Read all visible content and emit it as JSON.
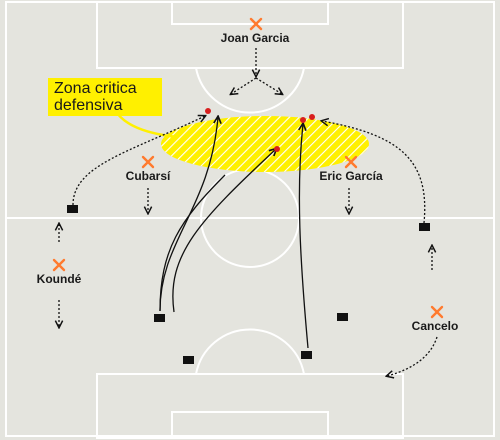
{
  "players": {
    "goalkeeper": "Joan Garcia",
    "center_back_left": "Cubarsí",
    "center_back_right": "Eric García",
    "right_back": "Koundé",
    "left_back": "Cancelo"
  },
  "zone": {
    "line1": "Zona critica",
    "line2": "defensiva"
  },
  "colors": {
    "pitch": "#e4e4de",
    "lines": "#ffffff",
    "defender_marker": "#ff7a2e",
    "attacker": "#111111",
    "target_dot": "#d81f1f",
    "zone": "#fff000"
  }
}
